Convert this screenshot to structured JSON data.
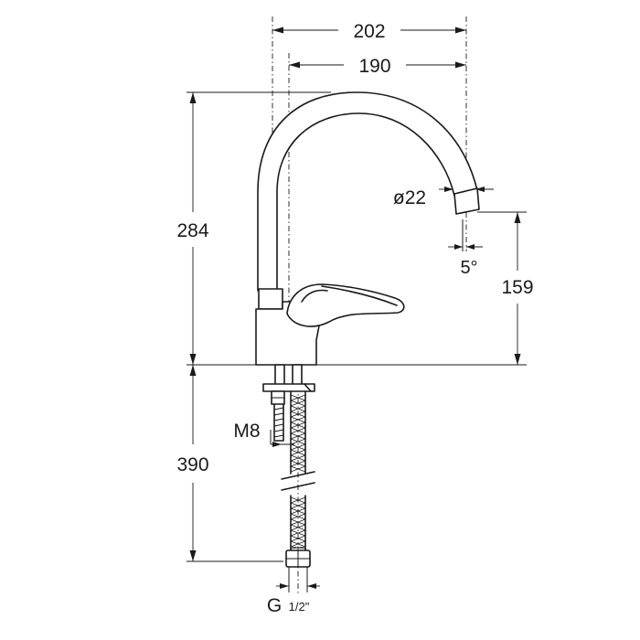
{
  "dimensions": {
    "overall_width": "202",
    "spout_reach": "190",
    "overall_height": "284",
    "spout_outlet_diameter": "ø22",
    "spout_angle": "5°",
    "spout_outlet_height": "159",
    "mounting_stud_thread": "M8",
    "hose_length": "390",
    "hose_connection_main": "G",
    "hose_connection_fraction": "1/2\""
  }
}
